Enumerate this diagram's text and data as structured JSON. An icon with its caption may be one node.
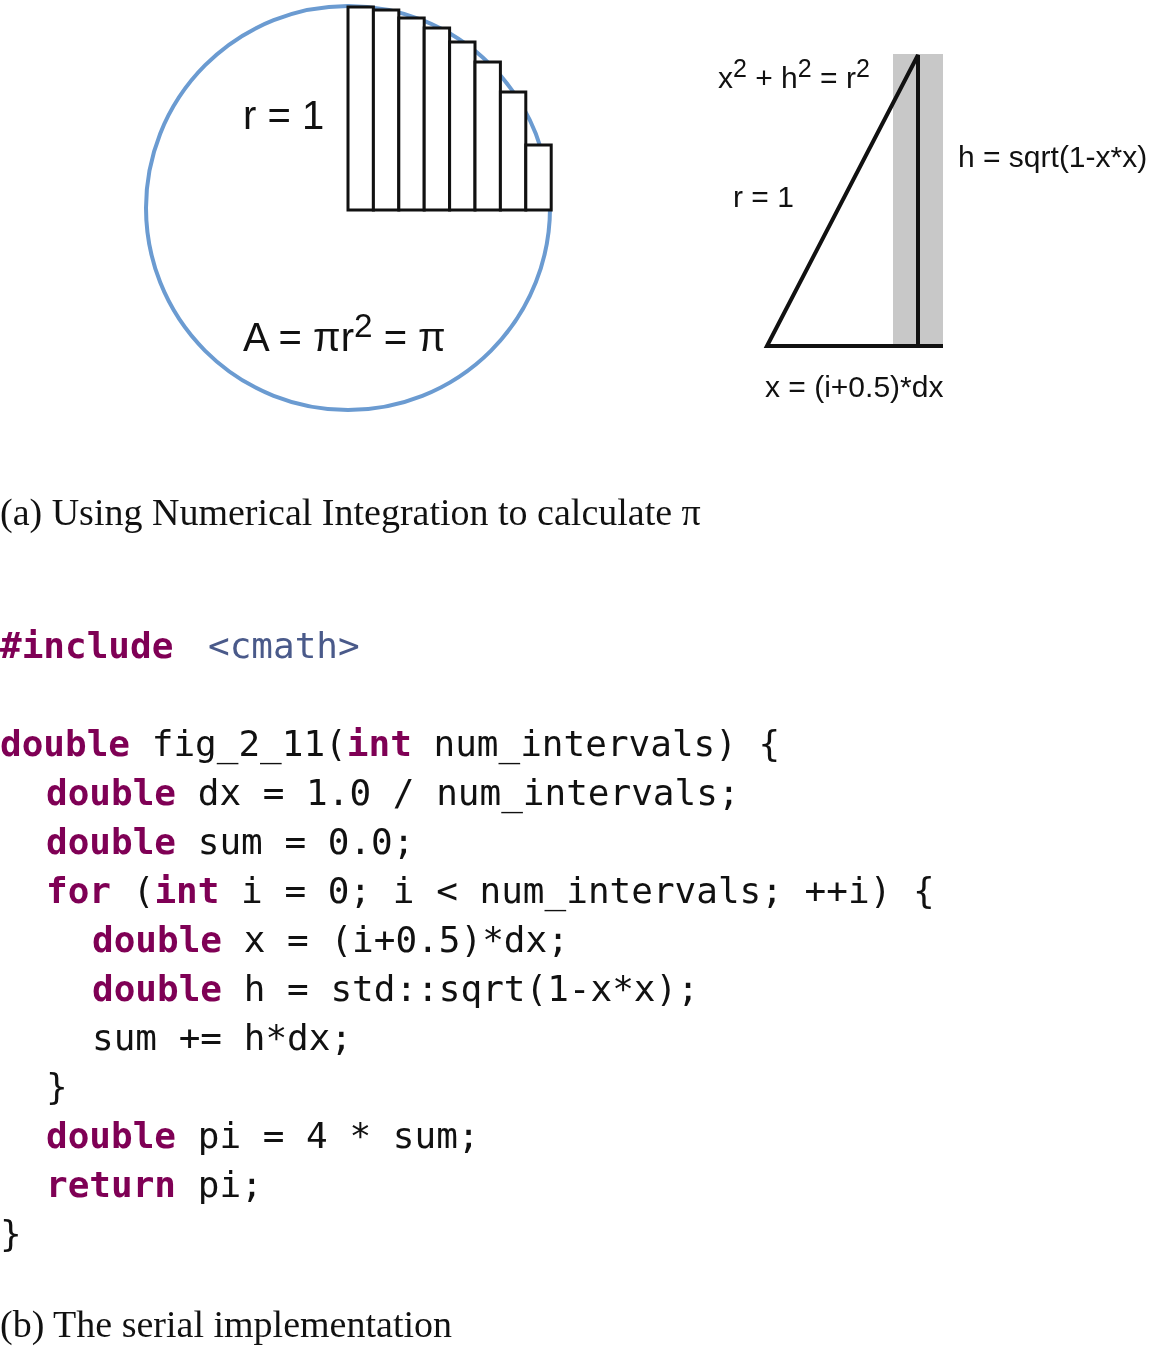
{
  "diagram": {
    "nodes": [
      {
        "text": [
          "r = 1",
          "A = πr$^{2}$ = π"
        ]
      }
    ],
    "labels": [
      "x$^{2}$ + h$^{2}$ = r$^{2}$",
      "h = sqrt(1-x*x)",
      "r = 1",
      "x = (i+0.5)*dx",
      "(a) Using Numerical Integration to calculate π",
      "#include",
      "<cmath>",
      "**double** fig_2_11(**int** num_intervals) {",
      "**double** dx = 1.0 / num_intervals;",
      "**double** sum = 0.0;",
      "**for** (**int** i = 0; i < num_intervals; ++i) {",
      "**double** x = (i+0.5)*dx;",
      "**double** h = std::sqrt(1-x*x);",
      "sum += h*dx;",
      "}",
      "**double** pi = 4 * sum;",
      "**return** pi;",
      "}",
      "(b) The serial implementation"
    ]
  }
}
